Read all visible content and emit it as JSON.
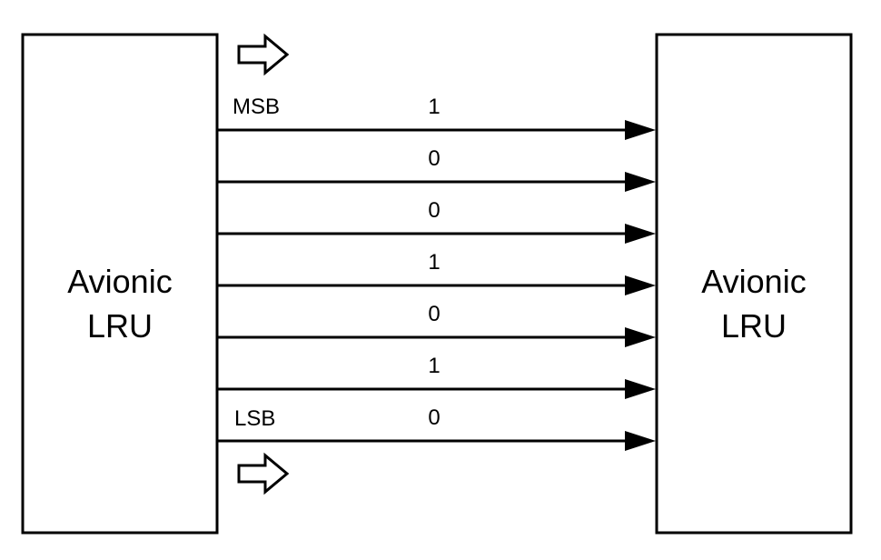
{
  "left_lru": {
    "line1": "Avionic",
    "line2": "LRU"
  },
  "right_lru": {
    "line1": "Avionic",
    "line2": "LRU"
  },
  "msb_label": "MSB",
  "lsb_label": "LSB",
  "bits": [
    "1",
    "0",
    "0",
    "1",
    "0",
    "1",
    "0"
  ]
}
